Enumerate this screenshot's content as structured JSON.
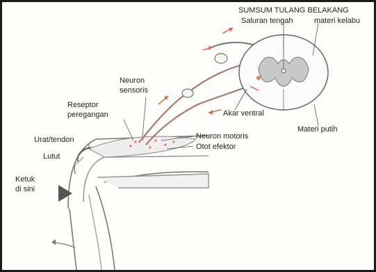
{
  "labels": {
    "title": "SUMSUM TULANG BELAKANG",
    "central_canal": "Saluran tengah",
    "grey_matter": "materi kelabu",
    "sensory_neuron_1": "Neuron",
    "sensory_neuron_2": "sensoris",
    "stretch_receptor_1": "Reseptor",
    "stretch_receptor_2": "peregangan",
    "ventral_root": "Akar ventral",
    "white_matter": "Materi putih",
    "tendon": "Urat/tendon",
    "motor_neuron": "Neuron motoris",
    "knee": "Lutut",
    "effector_muscle": "Otot efektor",
    "tap_here_1": "Ketuk",
    "tap_here_2": "di sini"
  },
  "colors": {
    "nerve": "#e07a5a",
    "outline": "#555555",
    "grey_matter": "#c8c8c8",
    "muscle": "#ececec",
    "arrow": "#d86a4a"
  }
}
